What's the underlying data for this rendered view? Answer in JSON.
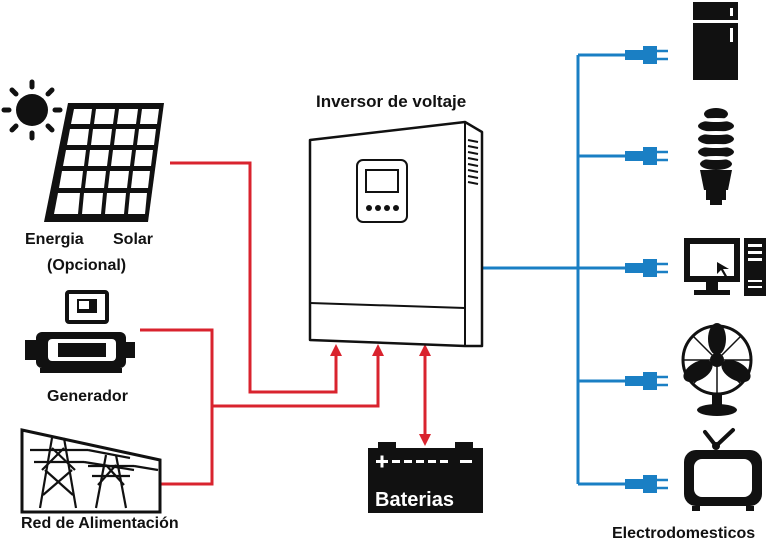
{
  "title": "Inversor de voltaje",
  "sources": {
    "solar_line1_a": "Energia",
    "solar_line1_b": "Solar",
    "solar_line2": "(Opcional)",
    "generator": "Generador",
    "grid": "Red de Alimentación"
  },
  "battery": "Baterias",
  "appliances_label": "Electrodomesticos",
  "colors": {
    "input_wire": "#d9232e",
    "output_wire": "#1a7fc4",
    "outline": "#111111"
  },
  "icons": [
    "sun-icon",
    "solar-panel-icon",
    "generator-icon",
    "power-tower-icon",
    "inverter-icon",
    "battery-icon",
    "refrigerator-icon",
    "cfl-bulb-icon",
    "computer-icon",
    "fan-icon",
    "tv-icon",
    "plug-icon"
  ]
}
